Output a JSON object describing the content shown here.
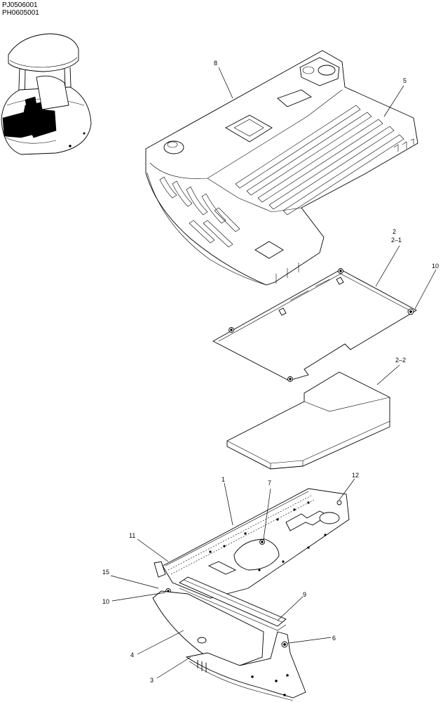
{
  "header": {
    "codes": [
      "PJ0506001",
      "PH0605001"
    ]
  },
  "callouts": {
    "c8": "8",
    "c5": "5",
    "c2": "2",
    "c2_1": "2–1",
    "c10a": "10",
    "c2_2": "2–2",
    "c1": "1",
    "c7": "7",
    "c12": "12",
    "c11": "11",
    "c15": "15",
    "c10b": "10",
    "c9": "9",
    "c4": "4",
    "c6": "6",
    "c3": "3"
  }
}
